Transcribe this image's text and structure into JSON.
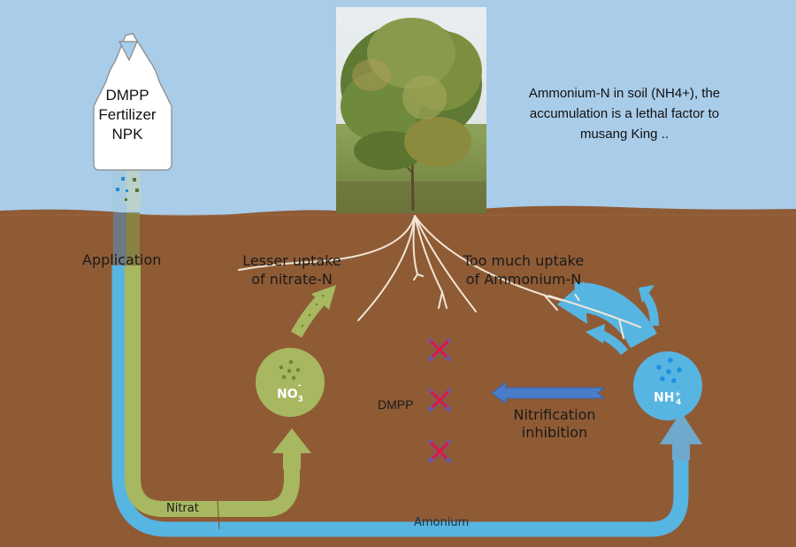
{
  "diagram": {
    "title_note": "Ammonium-N in soil (NH4+), the accumulation is a lethal factor to musang King ..",
    "fertilizer_bag": {
      "line1": "DMPP",
      "line2": "Fertilizer",
      "line3": "NPK"
    },
    "labels": {
      "application": "Application",
      "lesser_uptake_line1": "Lesser uptake",
      "lesser_uptake_line2": "of nitrate-N",
      "too_much_line1": "Too much uptake",
      "too_much_line2": "of Ammonium-N",
      "dmpp": "DMPP",
      "nitrification_line1": "Nitrification",
      "nitrification_line2": "inhibition",
      "nitrat": "Nitrat",
      "amonium": "Amonium"
    },
    "ions": {
      "nitrate": {
        "base": "NO",
        "sub": "3",
        "sup": "-"
      },
      "ammonium": {
        "base": "NH",
        "sub": "4",
        "sup": "+"
      }
    },
    "colors": {
      "sky": "#a9cce9",
      "soil": "#8f5b35",
      "nitrate_green": "#a7b861",
      "ammonium_blue": "#57b5e2",
      "inhibition_arrow": "#4a7dc9",
      "cross_red": "#e5172c",
      "cross_purple": "#6b5aa0",
      "root": "#f2e6d6"
    },
    "blocked_markers_count": 3
  }
}
